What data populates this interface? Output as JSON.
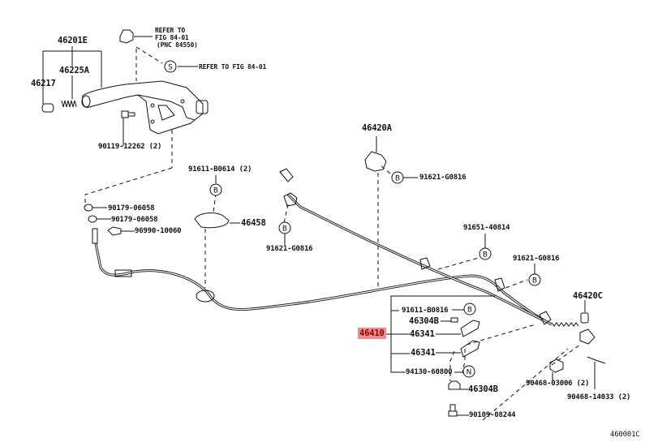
{
  "diagram_id": "460001C",
  "highlight_color": "#f28b8b",
  "refs": {
    "refer_to_fig_1": "REFER TO",
    "refer_to_fig_2": "FIG 84-01",
    "refer_to_fig_3": "(PNC 84550)",
    "refer_s": "REFER TO FIG 84-01"
  },
  "symbols": {
    "b": "B",
    "s": "S",
    "n": "N"
  },
  "parts": {
    "p46201E": "46201E",
    "p46225A": "46225A",
    "p46217": "46217",
    "p90119": "90119-12262 (2)",
    "p91611_b0614": "91611-B0614 (2)",
    "p46458": "46458",
    "p90179_a": "90179-06058",
    "p90179_b": "90179-06058",
    "p96990": "96990-10060",
    "p46420A": "46420A",
    "p91621_top": "91621-G0816",
    "p91621_left": "91621-G0816",
    "p91651": "91651-40814",
    "p91621_right": "91621-G0816",
    "p46420C": "46420C",
    "p91611_b0816": "91611-B0816",
    "p46304B_a": "46304B",
    "p46410": "46410",
    "p46341_a": "46341",
    "p46341_b": "46341",
    "p94130": "94130-60800",
    "p46304B_b": "46304B",
    "p90109": "90109-08244",
    "p90468_03006": "90468-03006 (2)",
    "p90468_14033": "90468-14033 (2)"
  }
}
